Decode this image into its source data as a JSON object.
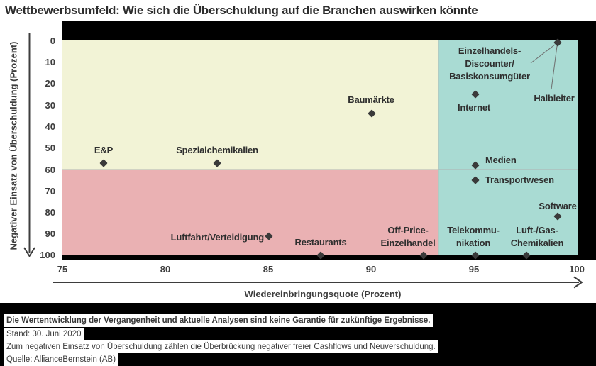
{
  "title": "Wettbewerbsumfeld: Wie sich die Überschuldung auf die Branchen auswirken könnte",
  "colors": {
    "background": "#000000",
    "band": "#ffffff",
    "quadrant_top_left": "#f2f3d6",
    "quadrant_bottom_left": "#eab1b3",
    "quadrant_right": "#a9dbd3",
    "divider": "#b0b0b0",
    "vertical_divider": "#b7beb4",
    "axis": "#3d3d3d",
    "leader_line": "#6e6e6e",
    "point": "#3a3a3a",
    "text_dark": "#2f2f2f"
  },
  "chart_data": {
    "type": "scatter",
    "title": "Wettbewerbsumfeld: Wie sich die Überschuldung auf die Branchen auswirken könnte",
    "xlabel": "Wiedereinbringungsquote (Prozent)",
    "ylabel": "Negativer Einsatz von Überschuldung (Prozent)",
    "xlim": [
      75,
      100
    ],
    "ylim": [
      0,
      100
    ],
    "y_axis_inverted": true,
    "grid": false,
    "quadrant_split": {
      "x": 93.3,
      "y": 60
    },
    "x_ticks": [
      "75",
      "80",
      "85",
      "90",
      "95",
      "100"
    ],
    "y_ticks": [
      "0",
      "10",
      "20",
      "30",
      "40",
      "50",
      "60",
      "70",
      "80",
      "90",
      "100"
    ],
    "points": [
      {
        "name": "ep",
        "label": "E&P",
        "x": 77,
        "y": 57
      },
      {
        "name": "spezialchemikalien",
        "label": "Spezialchemikalien",
        "x": 82.5,
        "y": 57
      },
      {
        "name": "baumaerkte",
        "label": "Baumärkte",
        "x": 90,
        "y": 34
      },
      {
        "name": "internet",
        "label": "Internet",
        "x": 95,
        "y": 25
      },
      {
        "name": "einzelhandels-discounter",
        "label": "Einzelhandels-\nDiscounter/\nBasiskonsumgüter",
        "x": 99,
        "y": 1
      },
      {
        "name": "halbleiter",
        "label": "Halbleiter",
        "x": 99,
        "y": 1
      },
      {
        "name": "medien",
        "label": "Medien",
        "x": 95,
        "y": 58
      },
      {
        "name": "transportwesen",
        "label": "Transportwesen",
        "x": 95,
        "y": 65
      },
      {
        "name": "software",
        "label": "Software",
        "x": 99,
        "y": 82
      },
      {
        "name": "luftfahrt-verteidigung",
        "label": "Luftfahrt/Verteidigung",
        "x": 85,
        "y": 91
      },
      {
        "name": "restaurants",
        "label": "Restaurants",
        "x": 87.5,
        "y": 100
      },
      {
        "name": "off-price-einzelhandel",
        "label": "Off-Price-\nEinzelhandel",
        "x": 92.5,
        "y": 100
      },
      {
        "name": "telekommunikation",
        "label": "Telekommu-\nnikation",
        "x": 95,
        "y": 100
      },
      {
        "name": "luft-gas-chemikalien",
        "label": "Luft-/Gas-\nChemikalien",
        "x": 97.5,
        "y": 100
      }
    ]
  },
  "footer": {
    "line1": "Die Wertentwicklung der Vergangenheit und aktuelle Analysen sind keine Garantie für zukünftige Ergebnisse.",
    "line2": "Stand: 30. Juni 2020",
    "line3": "Zum negativen Einsatz von Überschuldung zählen die Überbrückung negativer freier Cashflows und Neuverschuldung.",
    "line4": "Quelle: AllianceBernstein (AB)"
  }
}
